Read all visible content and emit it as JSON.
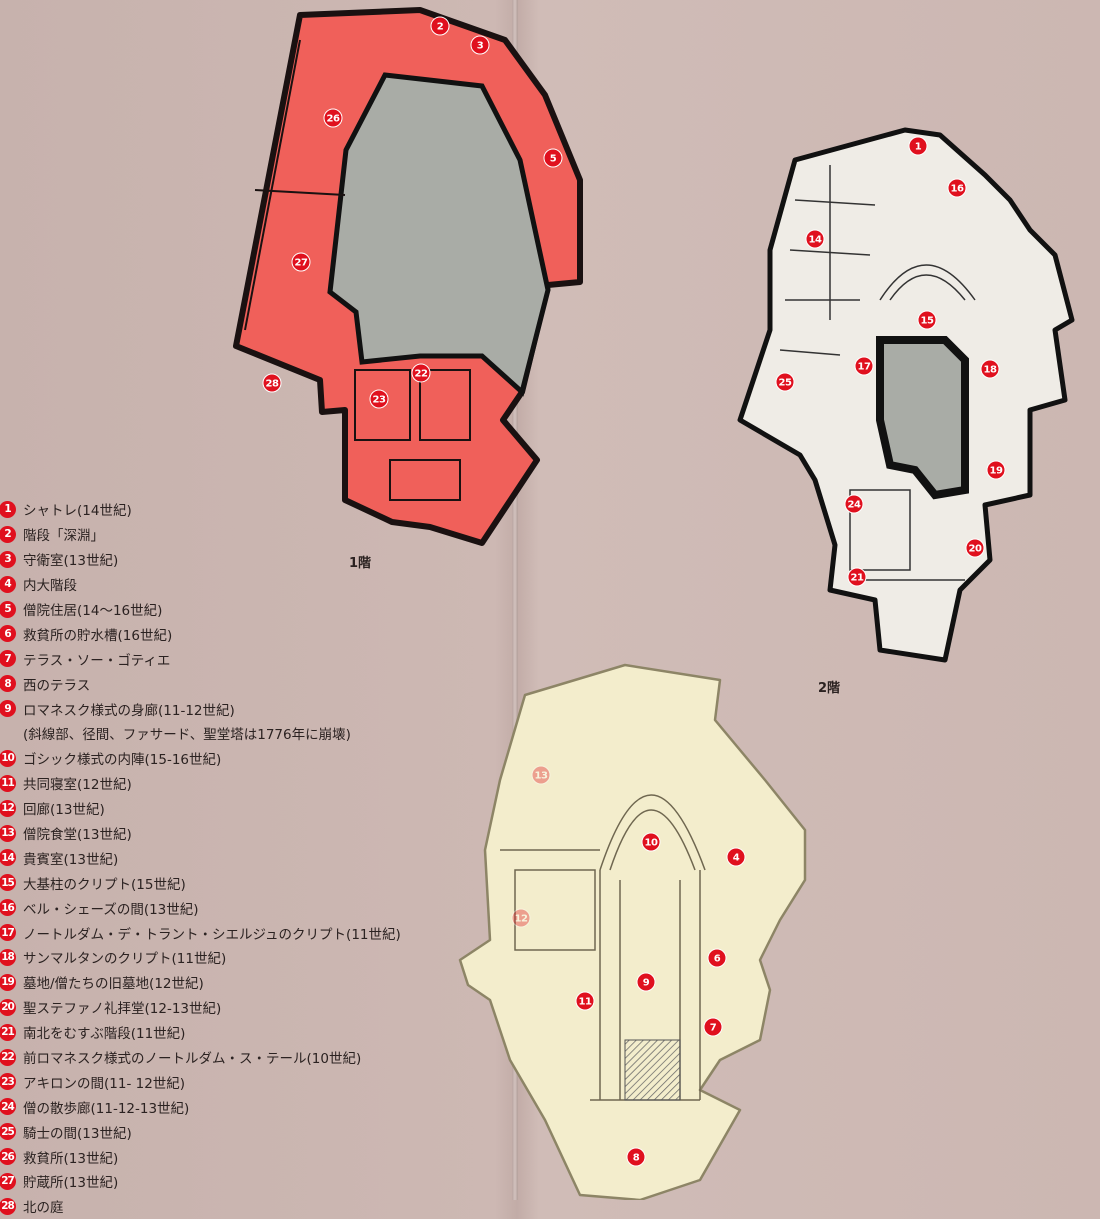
{
  "legend": [
    {
      "num": "1",
      "text": "シャトレ(14世紀)"
    },
    {
      "num": "2",
      "text": "階段「深淵」"
    },
    {
      "num": "3",
      "text": "守衛室(13世紀)"
    },
    {
      "num": "4",
      "text": "内大階段"
    },
    {
      "num": "5",
      "text": "僧院住居(14〜16世紀)"
    },
    {
      "num": "6",
      "text": "救貧所の貯水槽(16世紀)"
    },
    {
      "num": "7",
      "text": "テラス・ソー・ゴティエ"
    },
    {
      "num": "8",
      "text": "西のテラス"
    },
    {
      "num": "9",
      "text": "ロマネスク様式の身廊(11-12世紀)"
    },
    {
      "num": "",
      "text": "(斜線部、径間、ファサード、聖堂塔は1776年に崩壊)"
    },
    {
      "num": "10",
      "text": "ゴシック様式の内陣(15-16世紀)"
    },
    {
      "num": "11",
      "text": "共同寝室(12世紀)"
    },
    {
      "num": "12",
      "text": "回廊(13世紀)"
    },
    {
      "num": "13",
      "text": "僧院食堂(13世紀)"
    },
    {
      "num": "14",
      "text": "貴賓室(13世紀)"
    },
    {
      "num": "15",
      "text": "大基柱のクリプト(15世紀)"
    },
    {
      "num": "16",
      "text": "ベル・シェーズの間(13世紀)"
    },
    {
      "num": "17",
      "text": "ノートルダム・デ・トラント・シエルジュのクリプト(11世紀)"
    },
    {
      "num": "18",
      "text": "サンマルタンのクリプト(11世紀)"
    },
    {
      "num": "19",
      "text": "墓地/僧たちの旧墓地(12世紀)"
    },
    {
      "num": "20",
      "text": "聖ステファノ礼拝堂(12-13世紀)"
    },
    {
      "num": "21",
      "text": "南北をむすぶ階段(11世紀)"
    },
    {
      "num": "22",
      "text": "前ロマネスク様式のノートルダム・ス・テール(10世紀)"
    },
    {
      "num": "23",
      "text": "アキロンの間(11- 12世紀)"
    },
    {
      "num": "24",
      "text": "僧の散歩廊(11-12-13世紀)"
    },
    {
      "num": "25",
      "text": "騎士の間(13世紀)"
    },
    {
      "num": "26",
      "text": "救貧所(13世紀)"
    },
    {
      "num": "27",
      "text": "貯蔵所(13世紀)"
    },
    {
      "num": "28",
      "text": "北の庭"
    }
  ],
  "floors": {
    "floor1": {
      "label": "1階",
      "color": "#f0605a",
      "markers": [
        "2",
        "3",
        "5",
        "26",
        "27",
        "22",
        "23",
        "28"
      ]
    },
    "floor2": {
      "label": "2階",
      "color": "#efece6",
      "markers": [
        "1",
        "16",
        "14",
        "15",
        "17",
        "18",
        "25",
        "19",
        "24",
        "20",
        "21"
      ]
    },
    "floor3": {
      "color": "#f3edcc",
      "markers": [
        "13",
        "12",
        "10",
        "4",
        "6",
        "9",
        "11",
        "7",
        "8"
      ]
    }
  },
  "colors": {
    "marker": "#e0101e",
    "court": "#a9aca6",
    "background": "#c9b4af"
  }
}
